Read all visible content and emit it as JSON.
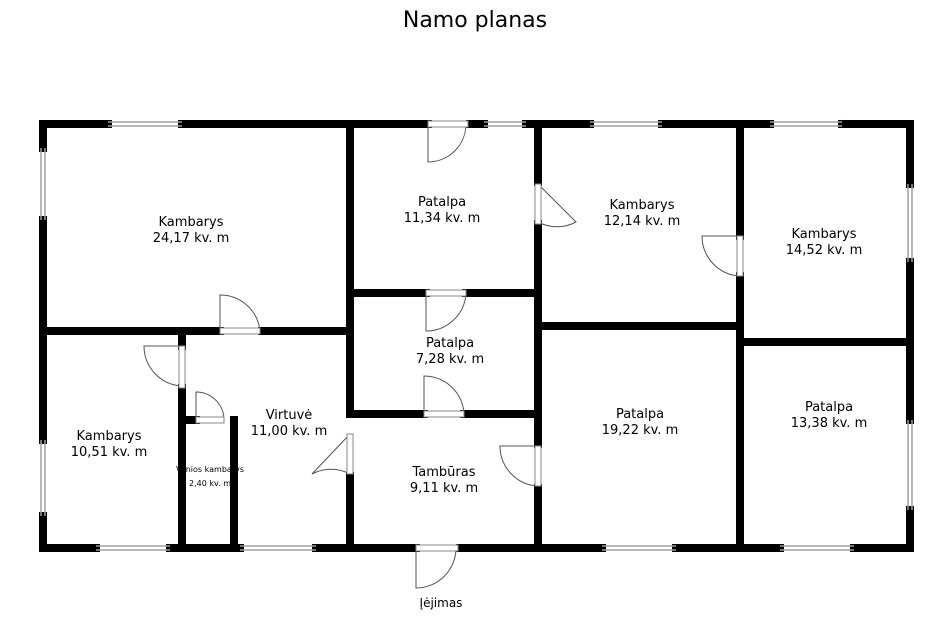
{
  "title": "Namo planas",
  "entrance_label": "Įėjimas",
  "colors": {
    "wall": "#000000",
    "window": "#9aa0a4",
    "door": "#555555",
    "background": "#ffffff"
  },
  "rooms": [
    {
      "name": "Kambarys",
      "area": "24,17 kv. m"
    },
    {
      "name": "Patalpa",
      "area": "11,34 kv. m"
    },
    {
      "name": "Kambarys",
      "area": "12,14 kv. m"
    },
    {
      "name": "Kambarys",
      "area": "14,52 kv. m"
    },
    {
      "name": "Patalpa",
      "area": "7,28 kv. m"
    },
    {
      "name": "Kambarys",
      "area": "10,51 kv. m"
    },
    {
      "name": "Virtuvė",
      "area": "11,00 kv. m"
    },
    {
      "name": "Vonios kambarys",
      "area": "2,40 kv. m"
    },
    {
      "name": "Tambūras",
      "area": "9,11 kv. m"
    },
    {
      "name": "Patalpa",
      "area": "19,22 kv. m"
    },
    {
      "name": "Patalpa",
      "area": "13,38 kv. m"
    }
  ]
}
